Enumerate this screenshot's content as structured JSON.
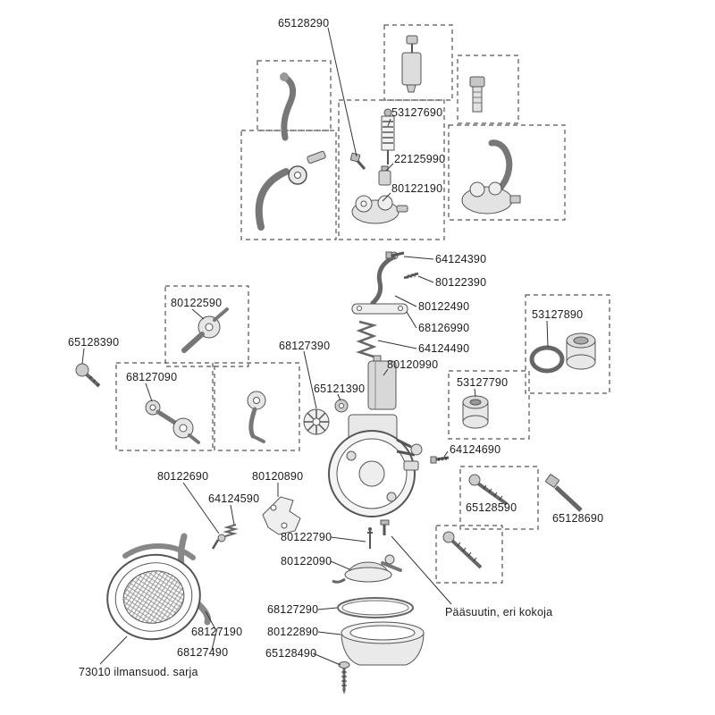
{
  "diagram": {
    "kind": "exploded-parts-diagram",
    "subject": "carburetor parts with part numbers",
    "language": "fi"
  },
  "colors": {
    "background": "#ffffff",
    "ink": "#1c1c1c",
    "outline": "#555555",
    "dashed_box": "#555555"
  },
  "labels": [
    {
      "id": "65128290",
      "text": "65128290"
    },
    {
      "id": "53127690",
      "text": "53127690"
    },
    {
      "id": "22125990",
      "text": "22125990"
    },
    {
      "id": "80122190",
      "text": "80122190"
    },
    {
      "id": "64124390",
      "text": "64124390"
    },
    {
      "id": "80122390",
      "text": "80122390"
    },
    {
      "id": "80122490",
      "text": "80122490"
    },
    {
      "id": "68126990",
      "text": "68126990"
    },
    {
      "id": "64124490",
      "text": "64124490"
    },
    {
      "id": "80120990",
      "text": "80120990"
    },
    {
      "id": "53127890",
      "text": "53127890"
    },
    {
      "id": "53127790",
      "text": "53127790"
    },
    {
      "id": "80122590",
      "text": "80122590"
    },
    {
      "id": "65128390",
      "text": "65128390"
    },
    {
      "id": "68127090",
      "text": "68127090"
    },
    {
      "id": "68127390",
      "text": "68127390"
    },
    {
      "id": "65121390",
      "text": "65121390"
    },
    {
      "id": "64124690",
      "text": "64124690"
    },
    {
      "id": "65128590",
      "text": "65128590"
    },
    {
      "id": "65128690",
      "text": "65128690"
    },
    {
      "id": "80122690",
      "text": "80122690"
    },
    {
      "id": "80120890",
      "text": "80120890"
    },
    {
      "id": "64124590",
      "text": "64124590"
    },
    {
      "id": "80122790",
      "text": "80122790"
    },
    {
      "id": "80122090",
      "text": "80122090"
    },
    {
      "id": "68127290",
      "text": "68127290"
    },
    {
      "id": "80122890",
      "text": "80122890"
    },
    {
      "id": "68127190",
      "text": "68127190"
    },
    {
      "id": "68127490",
      "text": "68127490"
    },
    {
      "id": "65128490",
      "text": "65128490"
    },
    {
      "id": "73010",
      "text": "73010 ilmansuod. sarja"
    },
    {
      "id": "paasuutin",
      "text": "Pääsuutin, eri kokoja"
    }
  ]
}
